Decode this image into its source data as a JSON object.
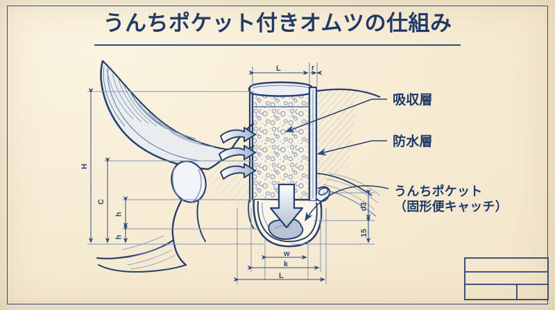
{
  "page": {
    "title": "うんちポケット付きオムツの仕組み",
    "background_color": "#faf0da",
    "ink_color": "#2b4a7d",
    "title_color": "#1f3a68"
  },
  "labels": {
    "absorbent_layer": "吸収層",
    "waterproof_layer": "防水層",
    "poop_pocket_line1": "うんちポケット",
    "poop_pocket_line2": "（固形便キャッチ）"
  },
  "dimensions": {
    "top_main": "L",
    "top_small": "r",
    "left_outer": "H",
    "left_mid": "C",
    "left_inner_upper": "h",
    "left_inner_lower": "h",
    "right_upper": "d3",
    "right_lower": "15",
    "bottom_inner": "w",
    "bottom_mid": "k",
    "bottom_outer": "L"
  },
  "icons": {
    "inflow_arrow": "flow-arrow-icon",
    "drop_arrow": "down-arrow-icon",
    "leader_arrow": "leader-arrow-icon"
  },
  "title_block": {
    "rows": 3,
    "empty": true
  }
}
